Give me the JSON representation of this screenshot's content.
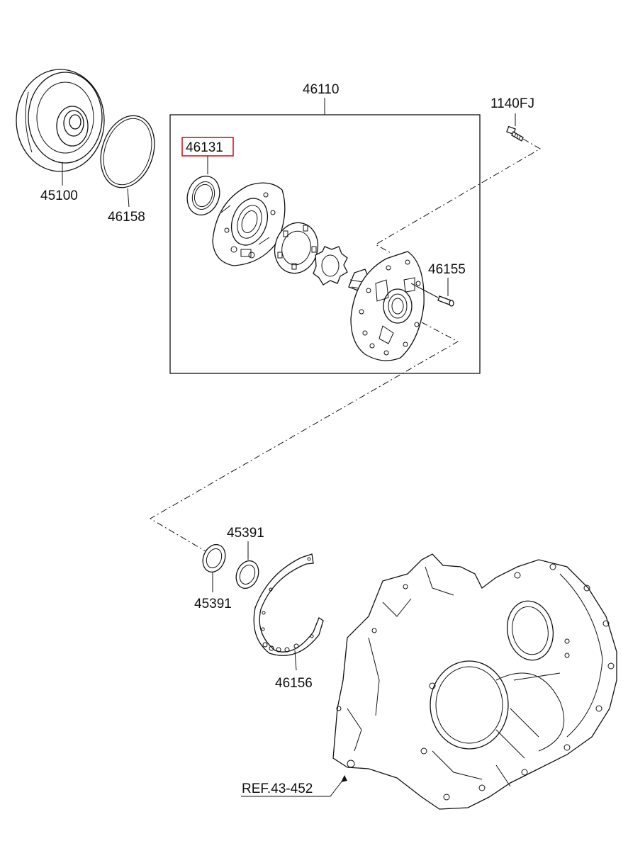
{
  "parts": {
    "p45100": "45100",
    "p46158": "46158",
    "p46110": "46110",
    "p46131": "46131",
    "p1140FJ": "1140FJ",
    "p46155": "46155",
    "p45391_upper": "45391",
    "p45391_lower": "45391",
    "p46156": "46156",
    "ref": "REF.43-452"
  },
  "highlight": {
    "part": "46131",
    "color": "#d9141b"
  },
  "colors": {
    "line": "#111111",
    "background": "#ffffff"
  }
}
